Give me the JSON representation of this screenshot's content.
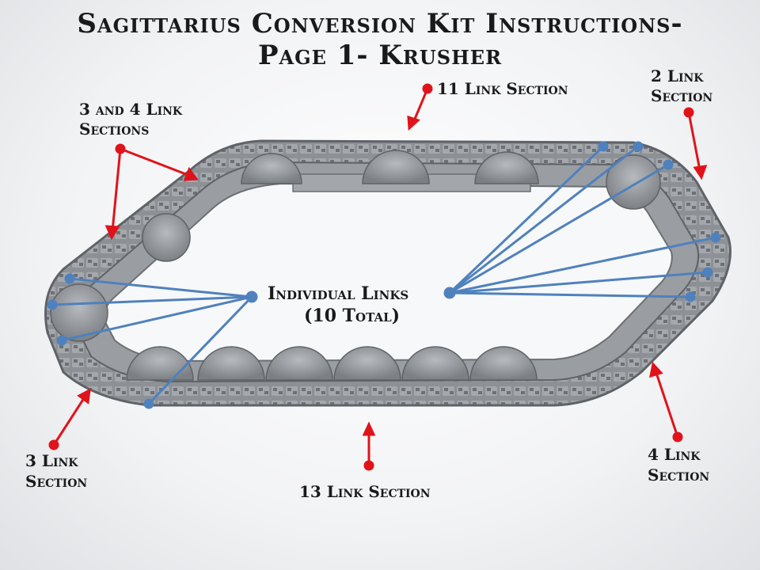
{
  "title": {
    "line1": "Sagittarius Conversion Kit Instructions-",
    "line2": "Page 1- Krusher"
  },
  "callouts": {
    "link11": "11 Link Section",
    "link2_line1": "2 Link",
    "link2_line2": "Section",
    "link34_line1": "3 and 4 Link",
    "link34_line2": "Sections",
    "individual_line1": "Individual Links",
    "individual_line2": "(10 Total)",
    "link3_line1": "3 Link",
    "link3_line2": "Section",
    "link4_line1": "4 Link",
    "link4_line2": "Section",
    "link13": "13 Link Section"
  },
  "colors": {
    "arrow": "#e0131a",
    "leader": "#4f81bd",
    "track": "#8d9196",
    "track_dark": "#5f6368",
    "track_light": "#b9bdc1"
  },
  "icons": {
    "callout_arrow": "red-arrow-icon",
    "leader_line": "blue-leader-line"
  }
}
